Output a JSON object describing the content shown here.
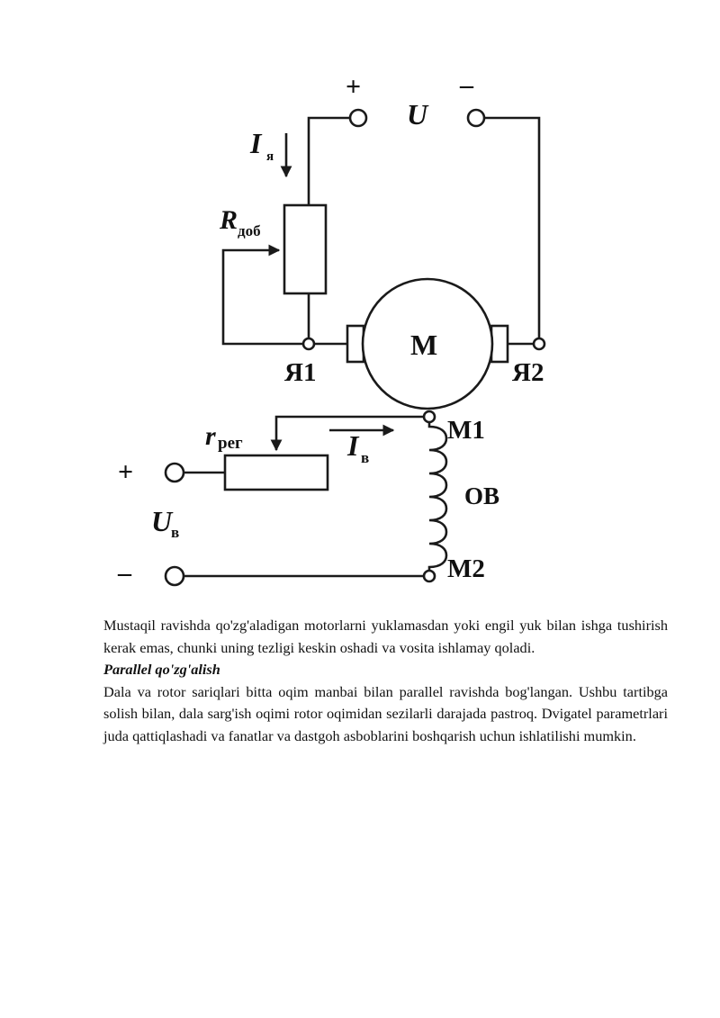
{
  "diagram": {
    "plus_top": "+",
    "minus_top": "–",
    "voltage_label": "U",
    "armature_current": "I",
    "armature_current_sub": "я",
    "rheostat_label": "R",
    "rheostat_sub": "доб",
    "motor_label": "M",
    "terminal_ya1": "Я1",
    "terminal_ya2": "Я2",
    "reg_label": "r",
    "reg_sub": "рег",
    "field_current": "I",
    "field_current_sub": "в",
    "terminal_m1": "M1",
    "terminal_m2": "M2",
    "winding_label": "OB",
    "plus_field": "+",
    "minus_field": "–",
    "field_voltage": "U",
    "field_voltage_sub": "в"
  },
  "text": {
    "paragraph1": "Mustaqil ravishda qo'zg'aladigan motorlarni yuklamasdan yoki engil yuk bilan ishga tushirish kerak emas, chunki uning tezligi keskin oshadi va vosita ishlamay qoladi.",
    "heading": "Parallel qo'zg'alish",
    "paragraph2": "Dala va rotor sariqlari bitta oqim manbai bilan parallel ravishda bog'langan. Ushbu tartibga solish bilan, dala sarg'ish oqimi rotor oqimidan sezilarli darajada pastroq. Dvigatel parametrlari juda qattiqlashadi va fanatlar va dastgoh asboblarini boshqarish uchun ishlatilishi mumkin."
  }
}
